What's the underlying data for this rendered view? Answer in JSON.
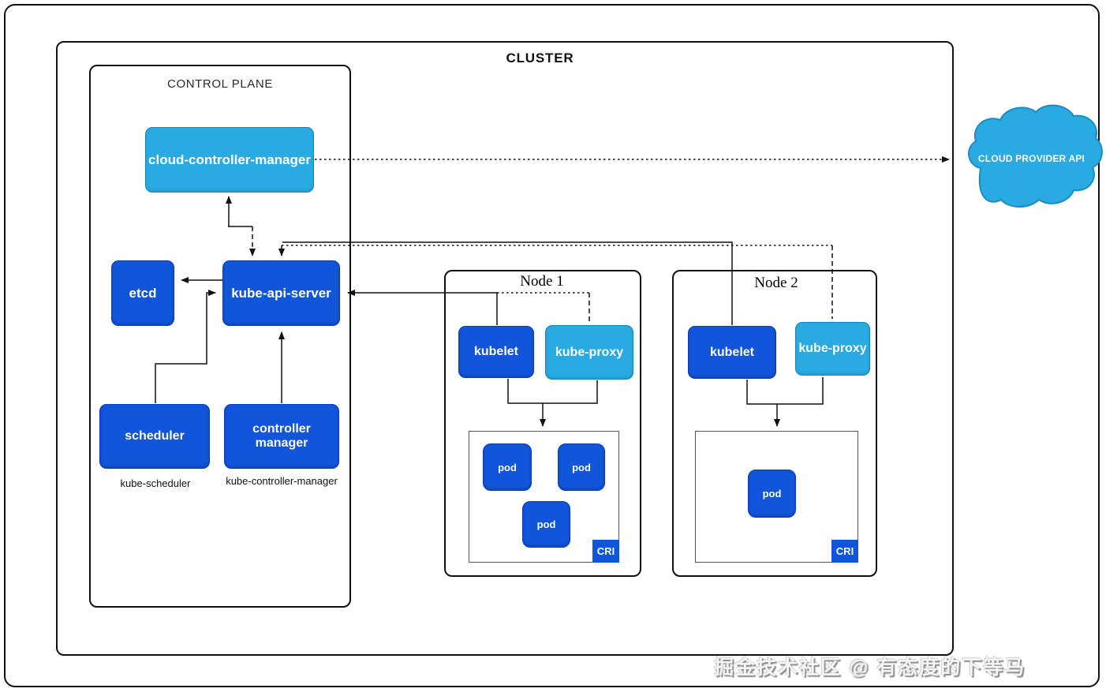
{
  "diagram": {
    "title": "CLUSTER",
    "control_plane": {
      "label": "CONTROL PLANE",
      "boxes": {
        "cloud_controller_manager": "cloud-controller-manager",
        "etcd": "etcd",
        "kube_api_server": "kube-api-server",
        "scheduler": "scheduler",
        "controller_manager": "controller manager"
      },
      "captions": {
        "scheduler": "kube-scheduler",
        "controller_manager": "kube-controller-manager"
      }
    },
    "nodes": [
      {
        "label": "Node 1",
        "kubelet": "kubelet",
        "kube_proxy": "kube-proxy",
        "pods": [
          "pod",
          "pod",
          "pod"
        ],
        "cri": "CRI"
      },
      {
        "label": "Node 2",
        "kubelet": "kubelet",
        "kube_proxy": "kube-proxy",
        "pods": [
          "pod"
        ],
        "cri": "CRI"
      }
    ],
    "cloud": {
      "label": "CLOUD PROVIDER API"
    },
    "watermark": "掘金技术社区 @ 有态度的下等马",
    "colors": {
      "dark_blue": "#1155DB",
      "light_blue": "#29ABE2",
      "line": "#111111",
      "cri_border": "#555555"
    }
  }
}
